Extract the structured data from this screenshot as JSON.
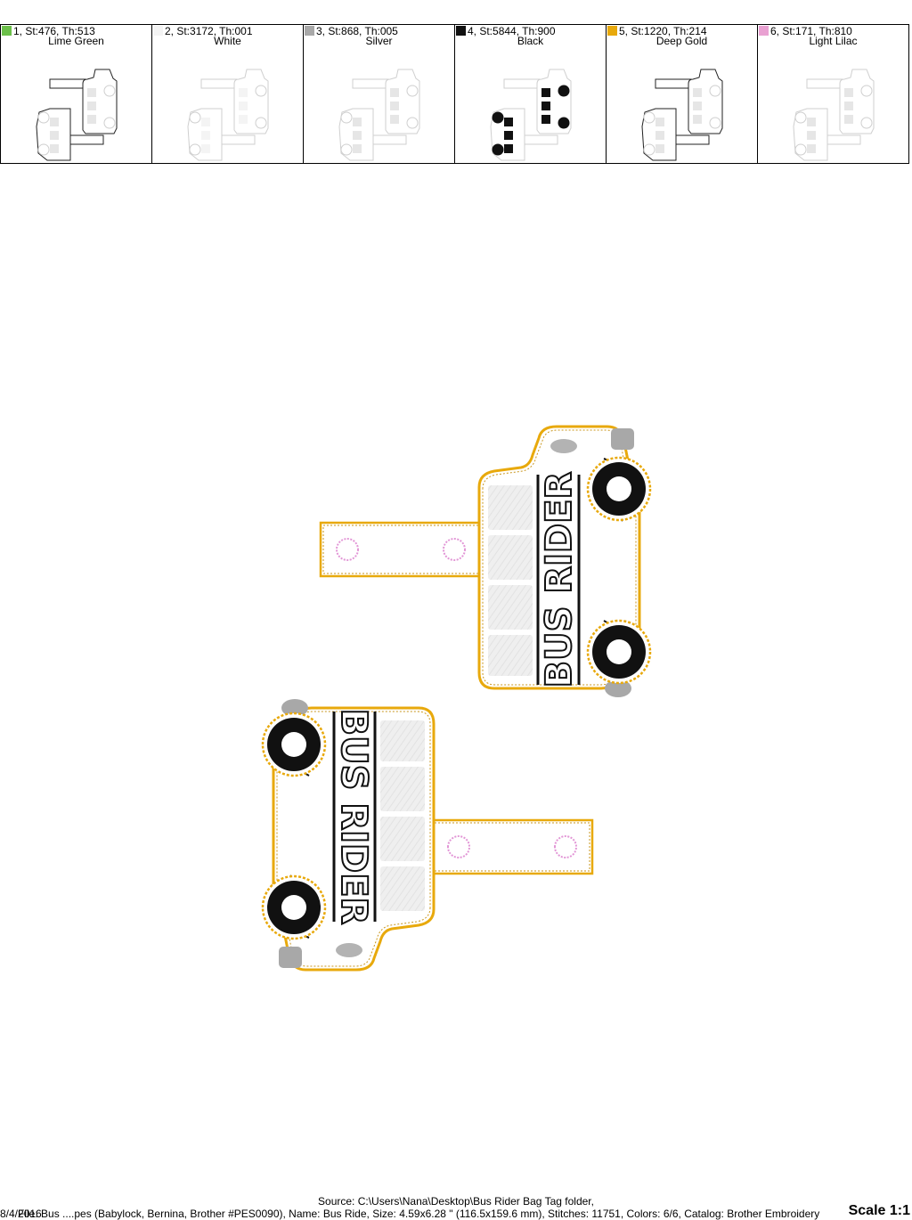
{
  "thread_chart": [
    {
      "stats": "1, St:476, Th:513",
      "name": "Lime Green",
      "color": "#6cc04a"
    },
    {
      "stats": "2, St:3172, Th:001",
      "name": "White",
      "color": "#f4f4f4"
    },
    {
      "stats": "3, St:868, Th:005",
      "name": "Silver",
      "color": "#a8a8a8"
    },
    {
      "stats": "4, St:5844, Th:900",
      "name": "Black",
      "color": "#111111"
    },
    {
      "stats": "5, St:1220, Th:214",
      "name": "Deep Gold",
      "color": "#e8a90c"
    },
    {
      "stats": "6, St:171, Th:810",
      "name": "Light Lilac",
      "color": "#e9a1d2"
    }
  ],
  "design": {
    "text": "BUS RIDER",
    "outline_color": "#e8a90c",
    "stitch_color": "#c9951a",
    "ring_color": "#e296d6"
  },
  "footer": {
    "source": "Source: C:\\Users\\Nana\\Desktop\\Bus Rider Bag Tag folder,",
    "date": "8/4/2016",
    "info": "File: Bus ....pes (Babylock, Bernina, Brother #PES0090), Name: Bus Ride, Size: 4.59x6.28 \" (116.5x159.6 mm), Stitches: 11751, Colors: 6/6, Catalog: Brother Embroidery",
    "scale": "Scale 1:1"
  }
}
